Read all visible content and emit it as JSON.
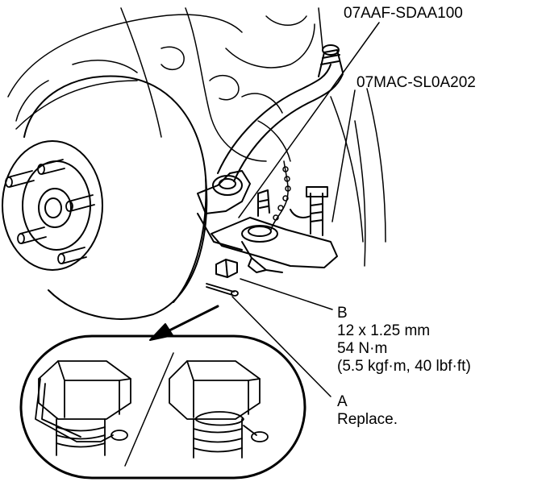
{
  "tools": {
    "tool1": "07AAF-SDAA100",
    "tool2": "07MAC-SL0A202"
  },
  "callouts": {
    "b": {
      "letter": "B",
      "size": "12 x 1.25 mm",
      "torque": "54 N·m",
      "torque_alt": "(5.5 kgf·m, 40 lbf·ft)"
    },
    "a": {
      "letter": "A",
      "action": "Replace."
    }
  },
  "colors": {
    "line": "#000000",
    "background": "#ffffff"
  }
}
